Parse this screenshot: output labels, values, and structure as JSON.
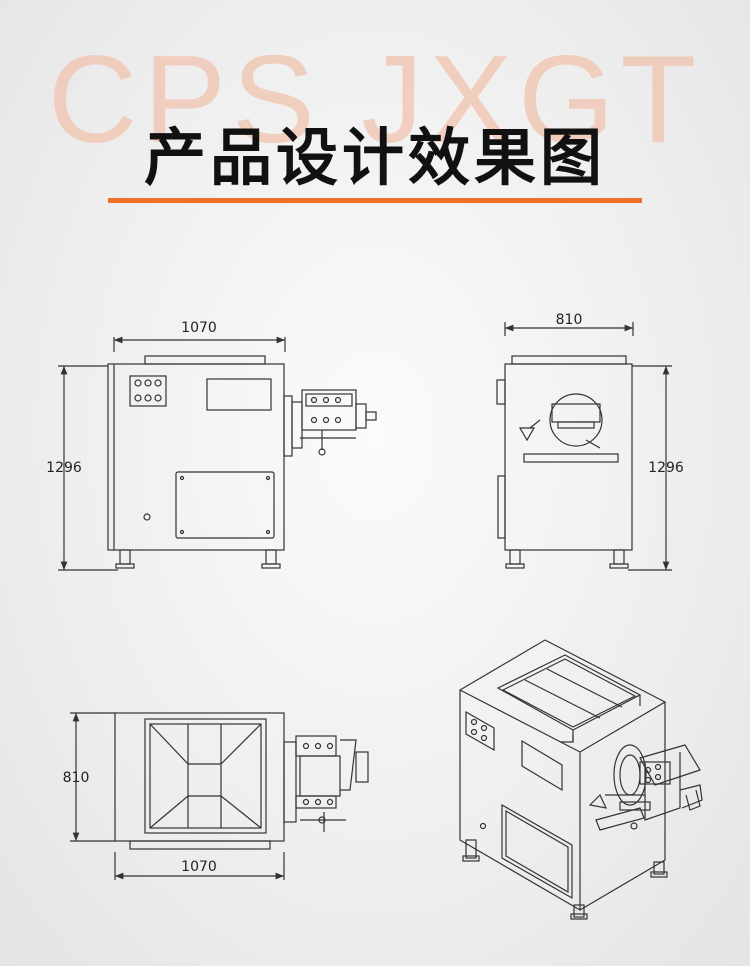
{
  "header": {
    "watermark": "CPS JXGT",
    "title": "产品设计效果图"
  },
  "views": {
    "front": {
      "width_label": "1070",
      "height_label": "1296"
    },
    "side": {
      "width_label": "810",
      "height_label": "1296"
    },
    "top": {
      "depth_label": "810",
      "width_label": "1070"
    }
  },
  "colors": {
    "accent": "#f0702a",
    "watermark": "#f1c3ae",
    "line": "#333333"
  }
}
